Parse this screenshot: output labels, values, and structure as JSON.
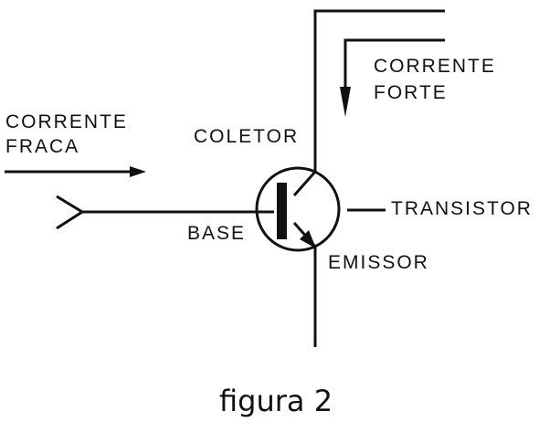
{
  "labels": {
    "weak_current_line1": "CORRENTE",
    "weak_current_line2": "FRACA",
    "strong_current_line1": "CORRENTE",
    "strong_current_line2": "FORTE",
    "collector": "COLETOR",
    "base": "BASE",
    "emitter": "EMISSOR",
    "transistor": "TRANSISTOR"
  },
  "caption": "figura 2",
  "colors": {
    "ink": "#111111",
    "background": "#ffffff"
  }
}
